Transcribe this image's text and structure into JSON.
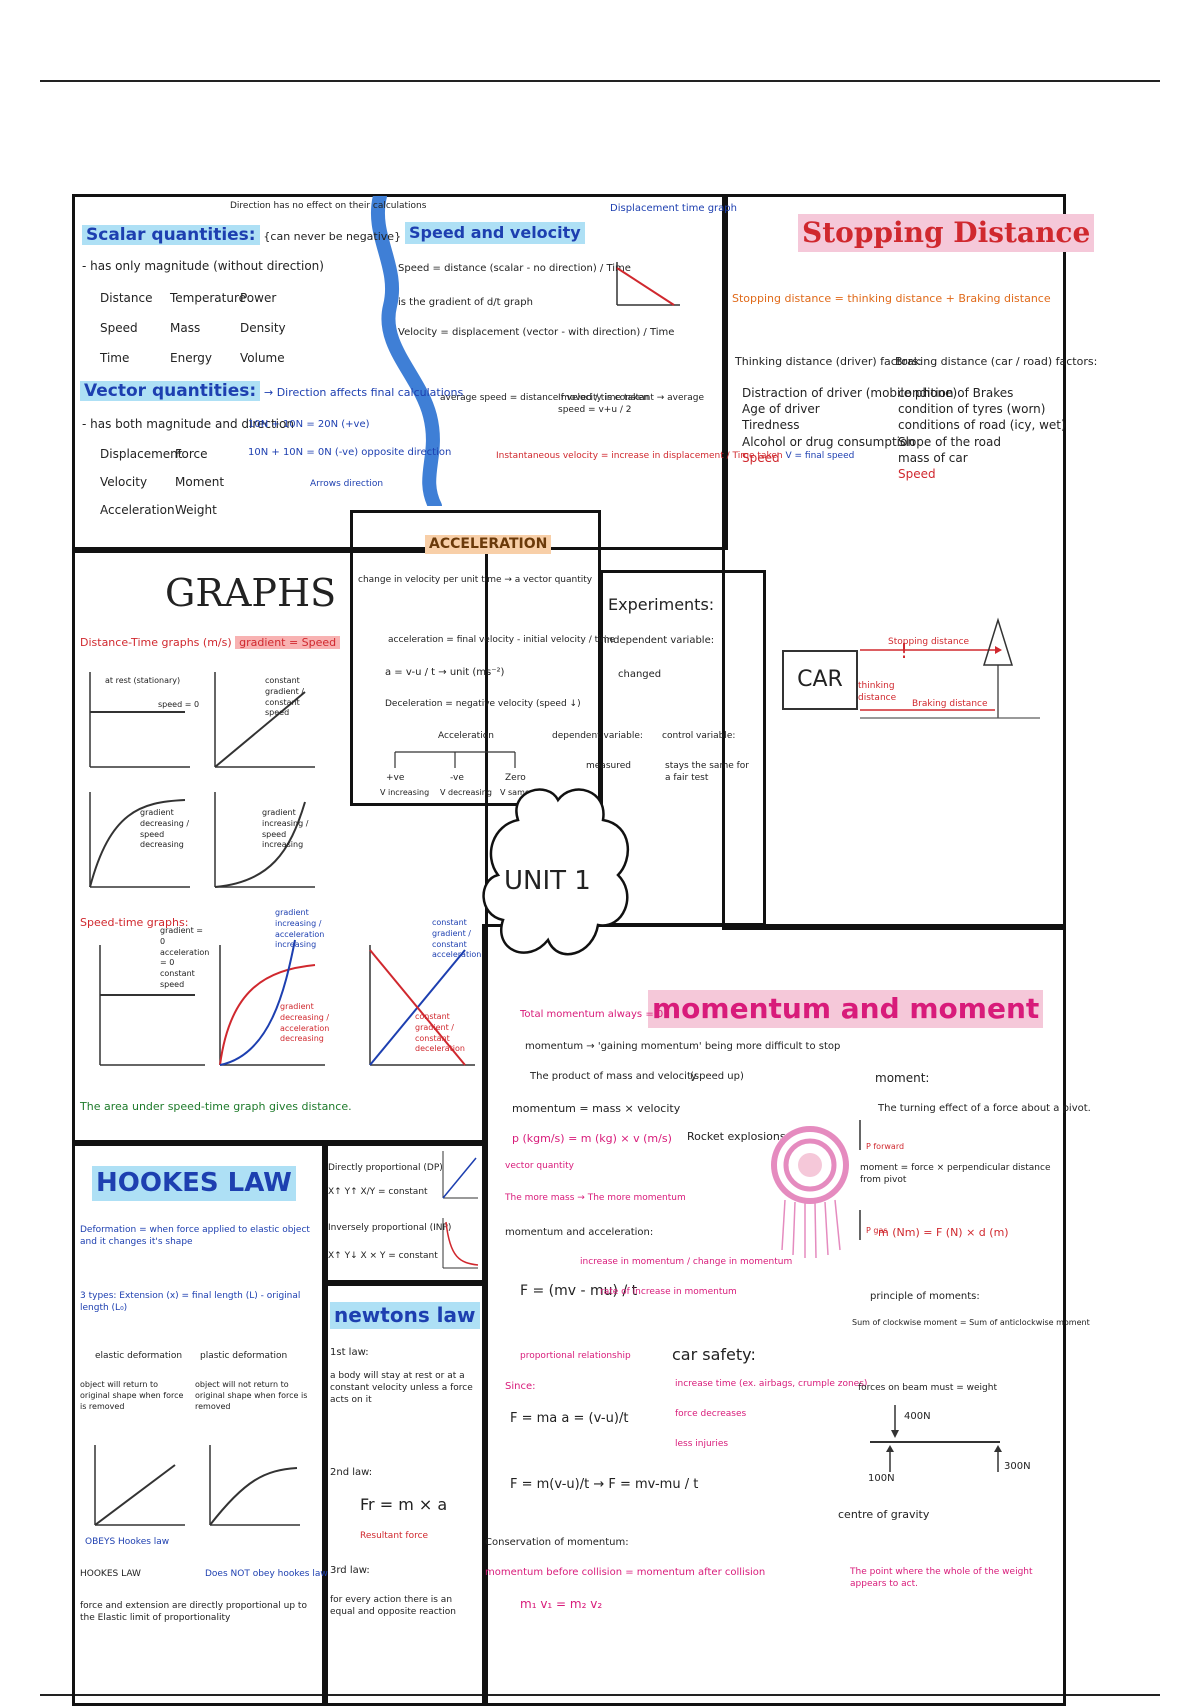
{
  "scalar": {
    "title": "Scalar quantities:",
    "note": "{can never be negative}",
    "top_note": "Direction has no effect on their calculations",
    "line1": "- has only magnitude (without direction)",
    "items": [
      "Distance",
      "Temperature",
      "Power",
      "Speed",
      "Mass",
      "Density",
      "Time",
      "Energy",
      "Volume"
    ]
  },
  "vector": {
    "title": "Vector quantities:",
    "arrow_note": "Direction affects final calculations",
    "line1": "- has both magnitude and direction",
    "items": [
      "Displacement",
      "Force",
      "Velocity",
      "Moment",
      "Acceleration",
      "Weight"
    ],
    "calc1": "10N + 10N = 20N (+ve)",
    "calc2": "10N + 10N = 0N (-ve) opposite direction",
    "calc_note": "Arrows direction"
  },
  "speed": {
    "title": "Speed and velocity",
    "line1": "Speed = distance (scalar - no direction) / Time",
    "line2": "is the gradient of d/t graph",
    "line3": "Velocity = displacement (vector - with direction) / Time",
    "avg": "average speed = distance moved / time taken",
    "uniform": "If velocity is constant → average speed = v+u / 2",
    "instant": "Instantaneous velocity = increase in displacement / Time taken",
    "right_note": "Displacement time graph",
    "v_final": "V = final speed"
  },
  "stopping": {
    "title": "Stopping Distance",
    "formula": "Stopping distance = thinking distance + Braking distance",
    "thinking_title": "Thinking distance (driver) factors:",
    "thinking": [
      "Distraction of driver (mobile phone)",
      "Age of driver",
      "Tiredness",
      "Alcohol or drug consumption",
      "Speed"
    ],
    "braking_title": "Braking distance (car / road) factors:",
    "braking": [
      "condition of Brakes",
      "condition of tyres (worn)",
      "conditions of road (icy, wet)",
      "Slope of the road",
      "mass of car",
      "Speed"
    ],
    "car_label": "CAR",
    "diag_stopping": "Stopping distance",
    "diag_thinking": "thinking distance",
    "diag_braking": "Braking distance",
    "warning": "!"
  },
  "acceleration": {
    "title": "ACCELERATION",
    "line1": "change in velocity per unit time → a vector quantity",
    "line2": "acceleration = final velocity - initial velocity / time",
    "formula": "a = v-u / t → unit (ms⁻²)",
    "decel": "Deceleration = negative velocity (speed ↓)",
    "tree_top": "Acceleration",
    "tree_left": "+ve",
    "tree_mid": "-ve",
    "tree_right": "Zero",
    "tree_l2": "V increasing",
    "tree_m2": "V decreasing",
    "tree_r2": "V same"
  },
  "experiments": {
    "title": "Experiments:",
    "indep": "independent variable:",
    "indep_v": "changed",
    "dep": "dependent variable:",
    "dep_v": "measured",
    "ctrl": "control variable:",
    "ctrl_v": "stays the same for a fair test"
  },
  "center": {
    "label": "UNIT 1"
  },
  "graphs": {
    "title": "GRAPHS",
    "dt_title": "Distance-Time graphs (m/s)",
    "dt_grad": "gradient = Speed",
    "g1": "at rest (stationary)",
    "g1b": "speed = 0",
    "g2": "constant gradient / constant speed",
    "g3": "gradient decreasing / speed decreasing",
    "g4": "gradient increasing / speed increasing",
    "st_title": "Speed-time graphs:",
    "st1": "gradient = 0 acceleration = 0 constant speed",
    "st2": "gradient increasing / acceleration increasing",
    "st3": "gradient decreasing / acceleration decreasing",
    "st4": "constant gradient / constant acceleration",
    "st5": "constant gradient / constant deceleration",
    "area": "The area under speed-time graph gives distance."
  },
  "hooke": {
    "title": "HOOKES LAW",
    "def": "Deformation = when force applied to elastic object and it changes it's shape",
    "types": "3 types: Extension (x) = final length (L) - original length (L₀)",
    "elastic": "elastic deformation",
    "plastic": "plastic deformation",
    "el_text": "object will return to original shape when force is removed",
    "pl_text": "object will not return to original shape when force is removed",
    "obeys": "OBEYS Hookes law",
    "not_obeys": "Does NOT obey hookes law",
    "law_title": "HOOKES LAW",
    "law": "force and extension are directly proportional up to the Elastic limit of proportionality",
    "prop1": "Directly proportional (DP)",
    "prop1b": "X↑ Y↑  X/Y = constant",
    "prop2": "Inversely proportional (INP)",
    "prop2b": "X↑ Y↓  X × Y = constant"
  },
  "newton": {
    "title": "newtons law",
    "l1_title": "1st law:",
    "l1": "a body will stay at rest or at a constant velocity unless a force acts on it",
    "l2_title": "2nd law:",
    "l2": "Fr = m × a",
    "l2_note": "Resultant force",
    "l3_title": "3rd law:",
    "l3": "for every action there is an equal and opposite reaction"
  },
  "momentum": {
    "title": "momentum and moment",
    "total": "Total momentum always = 0",
    "def": "momentum → 'gaining momentum' being more difficult to stop",
    "def2": "The product of mass and velocity",
    "def2b": "(speed up)",
    "formula": "momentum = mass × velocity",
    "units": "p (kgm/s) = m (kg) × v (m/s)",
    "vector": "vector quantity",
    "more": "The more mass → The more momentum",
    "ma": "momentum and acceleration:",
    "f_eq": "F = (mv - mu) / t",
    "f_note": "increase in momentum / change in momentum",
    "f_note2": "rate of increase in momentum",
    "prop": "proportional relationship",
    "since": "Since:",
    "f_ma": "F = ma    a = (v-u)/t",
    "f_full": "F = m(v-u)/t → F = mv-mu / t",
    "cons": "Conservation of momentum:",
    "cons_eq": "momentum before collision = momentum after collision",
    "cons_vars": "m₁ v₁   =   m₂ v₂",
    "rocket": "Rocket explosions:",
    "p_forward": "P forward",
    "p_gas": "P gas",
    "car_safety": "car safety:",
    "cs1": "increase time (ex. airbags, crumple zones)",
    "cs2": "force decreases",
    "cs3": "less injuries",
    "moment": "moment:",
    "moment_def": "The turning effect of a force about a pivot.",
    "moment_eq": "moment = force × perpendicular distance from pivot",
    "moment_units": "m (Nm) = F (N) × d (m)",
    "principle": "principle of moments:",
    "principle_def": "Sum of clockwise moment = Sum of anticlockwise moment",
    "beam": "forces on beam must = weight",
    "f400": "400N",
    "f100": "100N",
    "f300": "300N",
    "cog": "centre of gravity",
    "cog_def": "The point where the whole of the weight appears to act."
  }
}
